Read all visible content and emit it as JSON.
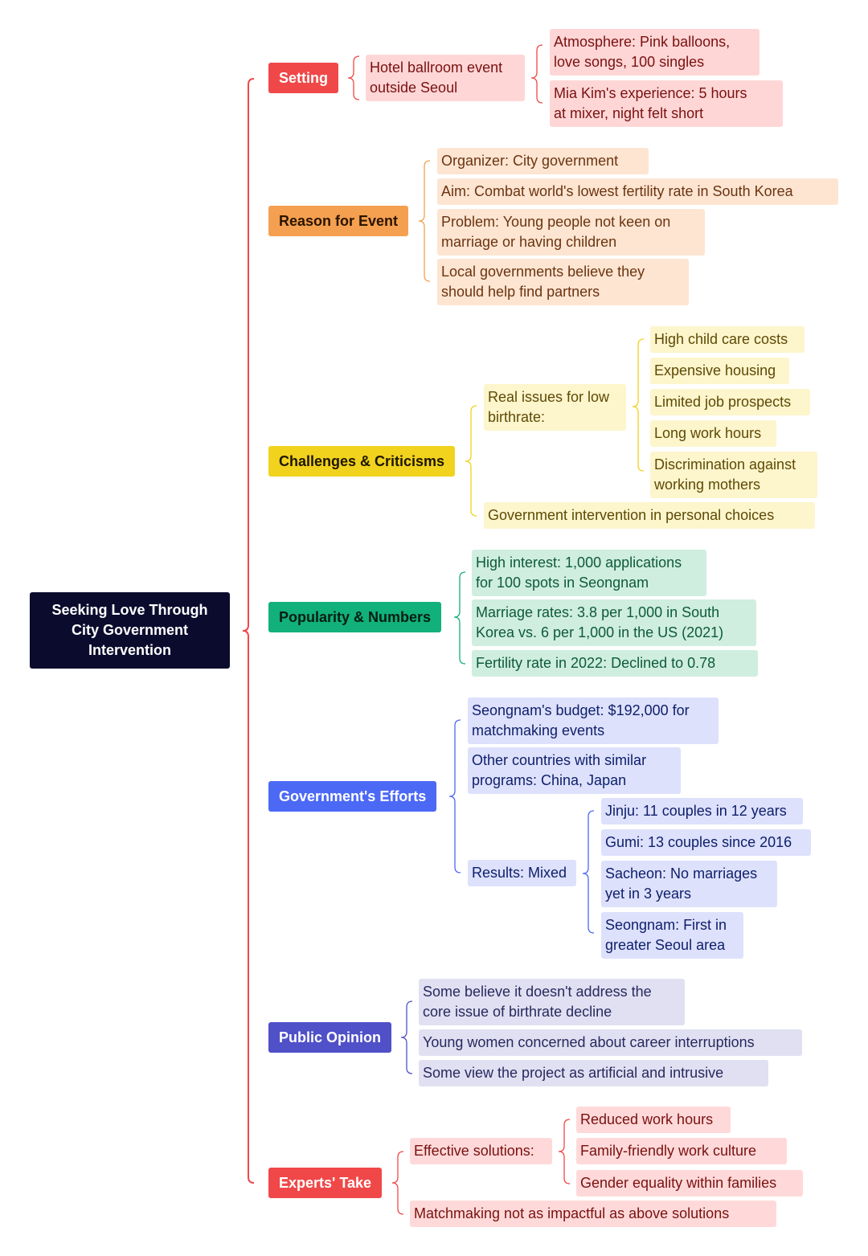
{
  "root": {
    "title_lines": [
      "Seeking Love Through",
      "City Government",
      "Intervention"
    ]
  },
  "colors": {
    "connector": "#f0484a",
    "setting": "#f04848",
    "reason": "#f4a050",
    "challenges": "#f1d21d",
    "popularity": "#12b07a",
    "efforts": "#4c69f5",
    "opinion": "#5050c8",
    "experts": "#f04848"
  },
  "branches": {
    "setting": {
      "label": "Setting",
      "child": {
        "lines": [
          "Hotel ballroom event",
          "outside Seoul"
        ]
      },
      "grandchildren": [
        {
          "lines": [
            "Atmosphere: Pink balloons,",
            "love songs, 100 singles"
          ]
        },
        {
          "lines": [
            "Mia Kim's experience: 5 hours",
            "at mixer, night felt short"
          ]
        }
      ]
    },
    "reason": {
      "label": "Reason for Event",
      "children": [
        {
          "lines": [
            "Organizer: City government"
          ]
        },
        {
          "lines": [
            "Aim: Combat world's lowest fertility rate in South Korea"
          ]
        },
        {
          "lines": [
            "Problem: Young people not keen on",
            "marriage or having children"
          ]
        },
        {
          "lines": [
            "Local governments believe they",
            "should help find partners"
          ]
        }
      ]
    },
    "challenges": {
      "label": "Challenges & Criticisms",
      "issues": {
        "lines": [
          "Real issues for low",
          "birthrate:"
        ],
        "items": [
          {
            "lines": [
              "High child care costs"
            ]
          },
          {
            "lines": [
              "Expensive housing"
            ]
          },
          {
            "lines": [
              "Limited job prospects"
            ]
          },
          {
            "lines": [
              "Long work hours"
            ]
          },
          {
            "lines": [
              "Discrimination against",
              "working mothers"
            ]
          }
        ]
      },
      "other": {
        "lines": [
          "Government intervention in personal choices"
        ]
      }
    },
    "popularity": {
      "label": "Popularity & Numbers",
      "children": [
        {
          "lines": [
            "High interest: 1,000 applications",
            "for 100 spots in Seongnam"
          ]
        },
        {
          "lines": [
            "Marriage rates: 3.8 per 1,000 in South",
            "Korea vs. 6 per 1,000 in the US (2021)"
          ]
        },
        {
          "lines": [
            "Fertility rate in 2022: Declined to 0.78"
          ]
        }
      ]
    },
    "efforts": {
      "label": "Government's Efforts",
      "children": [
        {
          "lines": [
            "Seongnam's budget: $192,000 for",
            "matchmaking events"
          ]
        },
        {
          "lines": [
            "Other countries with similar",
            "programs: China, Japan"
          ]
        }
      ],
      "results": {
        "lines": [
          "Results: Mixed"
        ],
        "items": [
          {
            "lines": [
              "Jinju: 11 couples in 12 years"
            ]
          },
          {
            "lines": [
              "Gumi: 13 couples since 2016"
            ]
          },
          {
            "lines": [
              "Sacheon: No marriages",
              "yet in 3 years"
            ]
          },
          {
            "lines": [
              "Seongnam: First in",
              "greater Seoul area"
            ]
          }
        ]
      }
    },
    "opinion": {
      "label": "Public Opinion",
      "children": [
        {
          "lines": [
            "Some believe it doesn't address the",
            "core issue of birthrate decline"
          ]
        },
        {
          "lines": [
            "Young women concerned about career interruptions"
          ]
        },
        {
          "lines": [
            "Some view the project as artificial and intrusive"
          ]
        }
      ]
    },
    "experts": {
      "label": "Experts' Take",
      "solutions": {
        "lines": [
          "Effective solutions:"
        ],
        "items": [
          {
            "lines": [
              "Reduced work hours"
            ]
          },
          {
            "lines": [
              "Family-friendly work culture"
            ]
          },
          {
            "lines": [
              "Gender equality within families"
            ]
          }
        ]
      },
      "other": {
        "lines": [
          "Matchmaking not as impactful as above solutions"
        ]
      }
    }
  }
}
